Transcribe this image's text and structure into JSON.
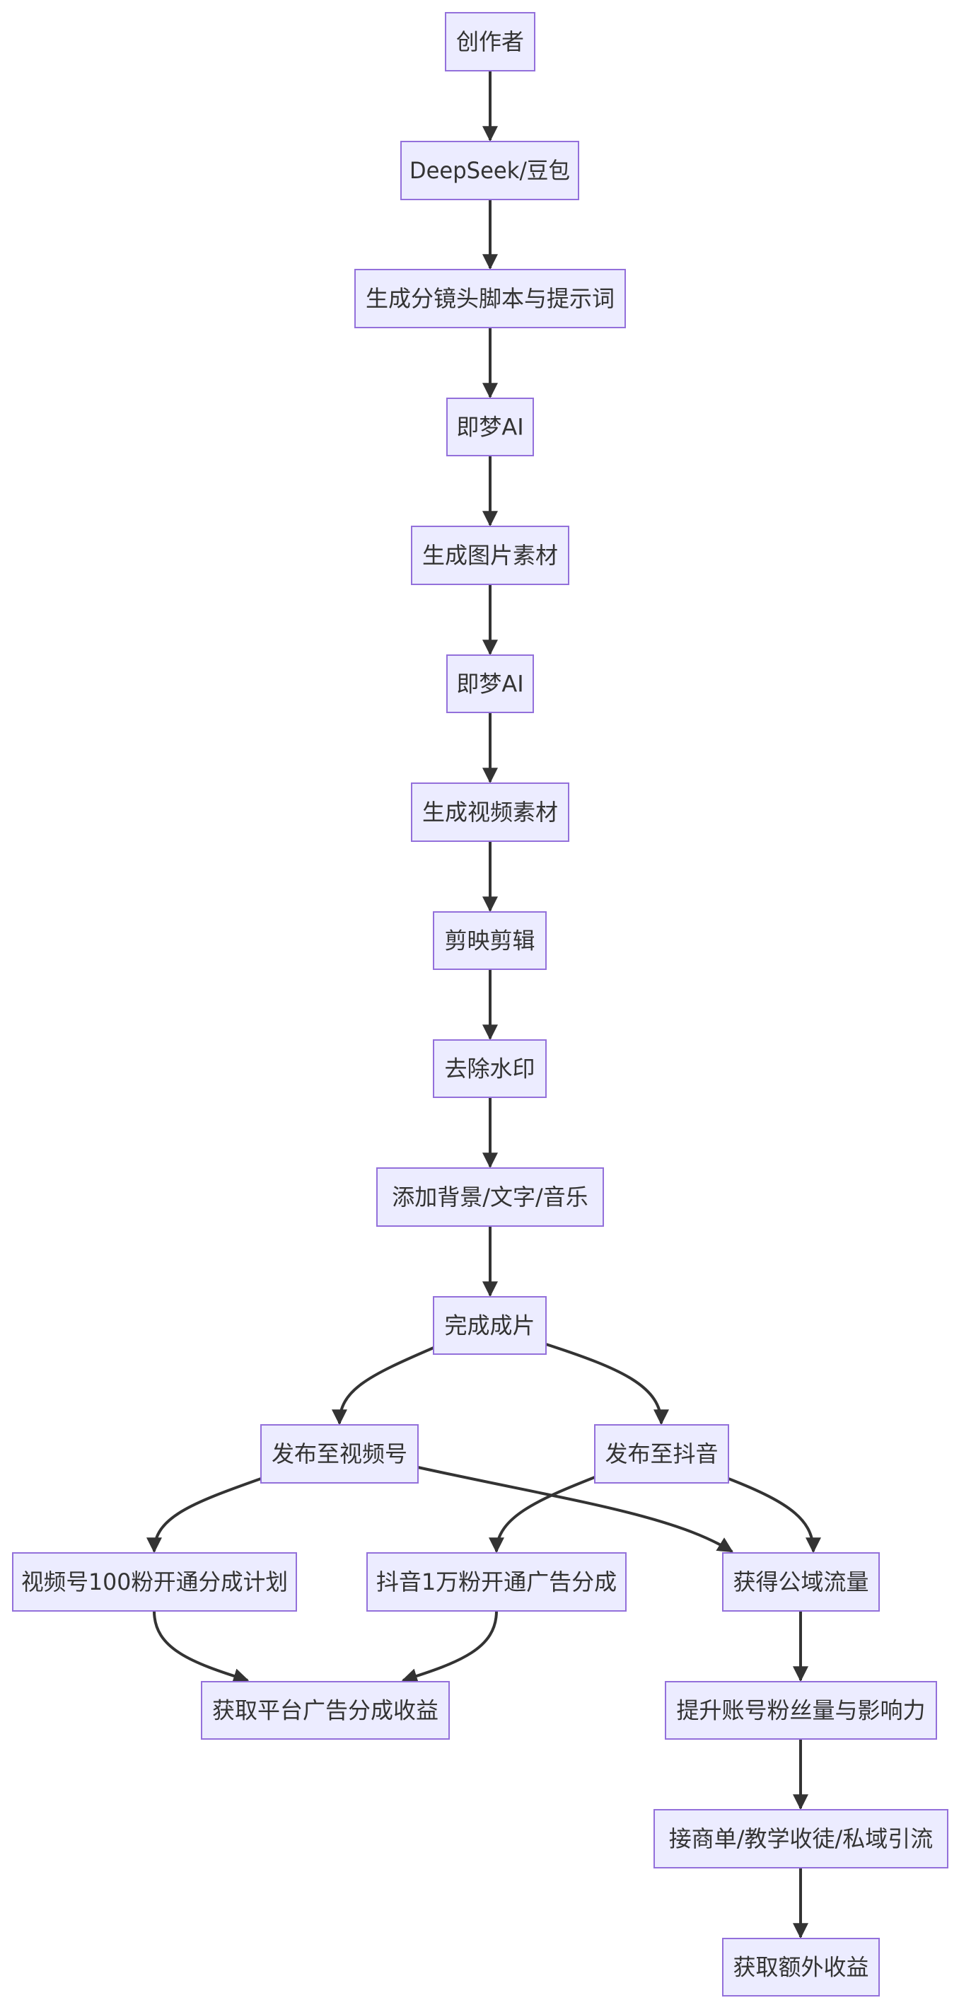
{
  "diagram": {
    "type": "flowchart",
    "colors": {
      "node_fill": "#ECECFF",
      "node_border": "#9370DB",
      "edge": "#333333",
      "text": "#333333"
    },
    "nodes": [
      {
        "id": "creator",
        "label": "创作者"
      },
      {
        "id": "deepseek",
        "label": "DeepSeek/豆包"
      },
      {
        "id": "script",
        "label": "生成分镜头脚本与提示词"
      },
      {
        "id": "jimeng1",
        "label": "即梦AI"
      },
      {
        "id": "images",
        "label": "生成图片素材"
      },
      {
        "id": "jimeng2",
        "label": "即梦AI"
      },
      {
        "id": "video",
        "label": "生成视频素材"
      },
      {
        "id": "capcut",
        "label": "剪映剪辑"
      },
      {
        "id": "watermark",
        "label": "去除水印"
      },
      {
        "id": "addbg",
        "label": "添加背景/文字/音乐"
      },
      {
        "id": "finish",
        "label": "完成成片"
      },
      {
        "id": "pubwx",
        "label": "发布至视频号"
      },
      {
        "id": "pubdy",
        "label": "发布至抖音"
      },
      {
        "id": "wxplan",
        "label": "视频号100粉开通分成计划"
      },
      {
        "id": "dyplan",
        "label": "抖音1万粉开通广告分成"
      },
      {
        "id": "traffic",
        "label": "获得公域流量"
      },
      {
        "id": "adincome",
        "label": "获取平台广告分成收益"
      },
      {
        "id": "influence",
        "label": "提升账号粉丝量与影响力"
      },
      {
        "id": "business",
        "label": "接商单/教学收徒/私域引流"
      },
      {
        "id": "extra",
        "label": "获取额外收益"
      }
    ],
    "edges": [
      {
        "from": "creator",
        "to": "deepseek"
      },
      {
        "from": "deepseek",
        "to": "script"
      },
      {
        "from": "script",
        "to": "jimeng1"
      },
      {
        "from": "jimeng1",
        "to": "images"
      },
      {
        "from": "images",
        "to": "jimeng2"
      },
      {
        "from": "jimeng2",
        "to": "video"
      },
      {
        "from": "video",
        "to": "capcut"
      },
      {
        "from": "capcut",
        "to": "watermark"
      },
      {
        "from": "watermark",
        "to": "addbg"
      },
      {
        "from": "addbg",
        "to": "finish"
      },
      {
        "from": "finish",
        "to": "pubwx"
      },
      {
        "from": "finish",
        "to": "pubdy"
      },
      {
        "from": "pubwx",
        "to": "wxplan"
      },
      {
        "from": "pubwx",
        "to": "traffic"
      },
      {
        "from": "pubdy",
        "to": "dyplan"
      },
      {
        "from": "pubdy",
        "to": "traffic"
      },
      {
        "from": "wxplan",
        "to": "adincome"
      },
      {
        "from": "dyplan",
        "to": "adincome"
      },
      {
        "from": "traffic",
        "to": "influence"
      },
      {
        "from": "influence",
        "to": "business"
      },
      {
        "from": "business",
        "to": "extra"
      }
    ]
  }
}
